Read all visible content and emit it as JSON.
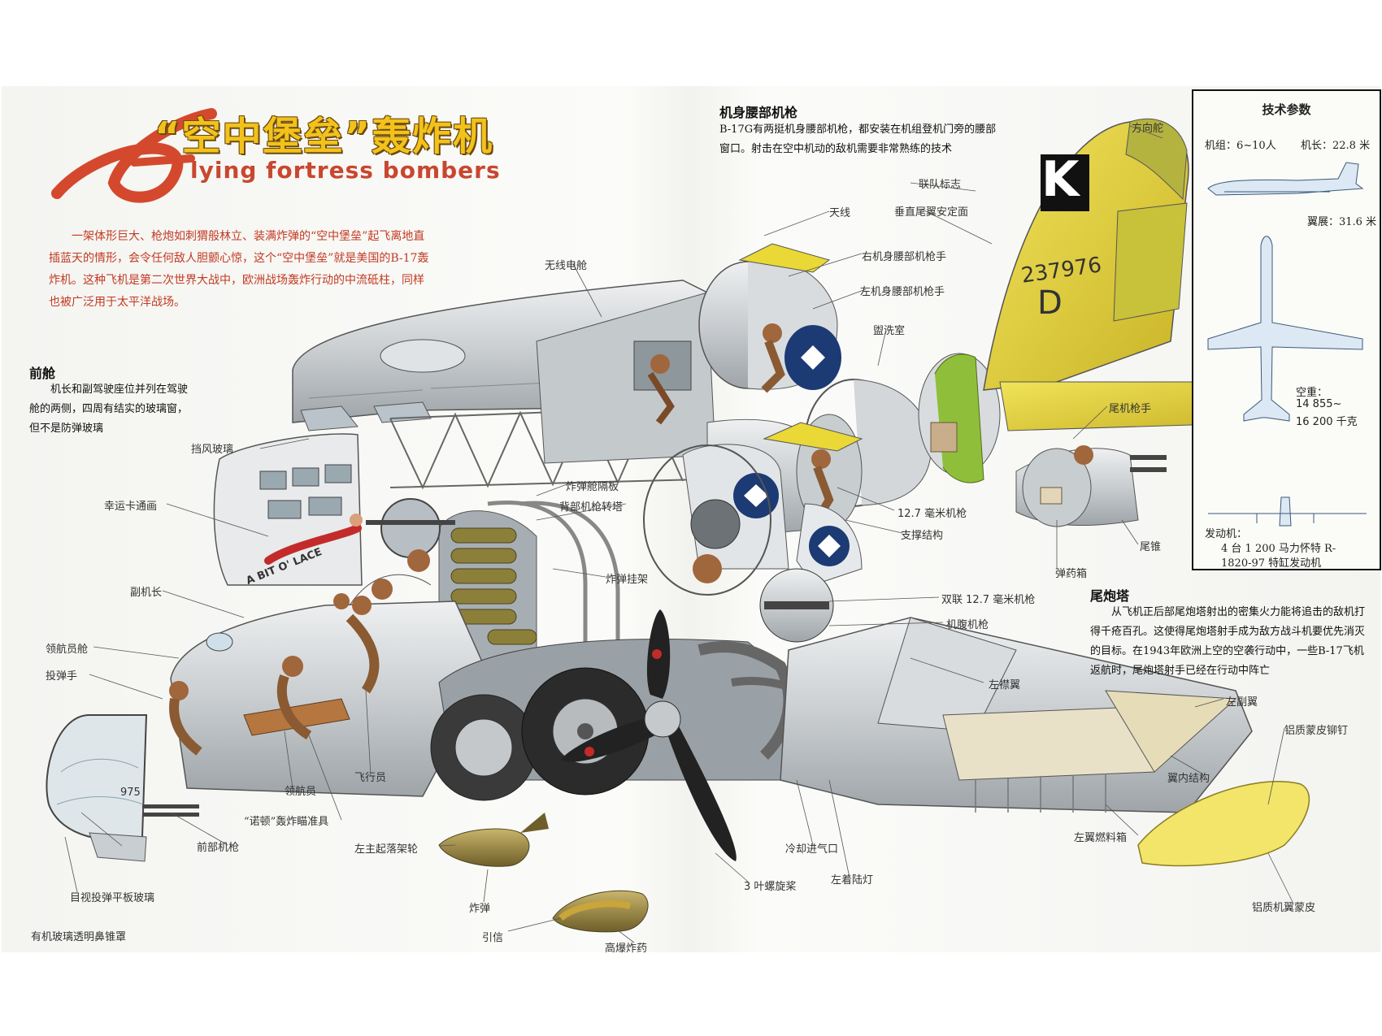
{
  "header": {
    "title_cn": "“空中堡垒”轰炸机",
    "title_en": "lying fortress bombers",
    "intro": "一架体形巨大、枪炮如刺猬般林立、装满炸弹的“空中堡垒”起飞离地直插蓝天的情形，会令任何敌人胆颤心惊，这个“空中堡垒”就是美国的B-17轰炸机。这种飞机是第二次世界大战中，欧洲战场轰炸行动的中流砥柱，同样也被广泛用于太平洋战场。"
  },
  "sections": {
    "front_cabin": {
      "title": "前舱",
      "body": "机长和副驾驶座位并列在驾驶舱的两侧，四周有结实的玻璃窗，但不是防弹玻璃"
    },
    "waist_gun": {
      "title": "机身腰部机枪",
      "body": "B-17G有两挺机身腰部机枪，都安装在机组登机门旁的腰部窗口。射击在空中机动的敌机需要非常熟练的技术"
    },
    "tail_turret": {
      "title": "尾炮塔",
      "body": "从飞机正后部尾炮塔射出的密集火力能将追击的敌机打得千疮百孔。这使得尾炮塔射手成为敌方战斗机要优先消灭的目标。在1943年欧洲上空的空袭行动中，一些B-17飞机返航时，尾炮塔射手已经在行动中阵亡"
    }
  },
  "aircraft_markings": {
    "tail_letter": "K",
    "serial": "237976",
    "tail_code": "D",
    "nose_art": "A BIT O' LACE",
    "nose_number": "975"
  },
  "labels": {
    "windshield": "挡风玻璃",
    "lucky_art": "幸运卡通画",
    "copilot": "副机长",
    "navigator_cabin": "领航员舱",
    "bombardier": "投弹手",
    "nose_cone": "有机玻璃透明鼻锥罩",
    "bomb_panel": "目视投弹平板玻璃",
    "front_gun": "前部机枪",
    "norden": "“诺顿”轰炸瞄准具",
    "navigator": "领航员",
    "pilot": "飞行员",
    "radio_cabin": "无线电舱",
    "bulkhead": "炸弹舱隔板",
    "top_turret": "背部机枪转塔",
    "bomb_rack": "炸弹挂架",
    "antenna": "天线",
    "right_waist_gunner": "右机身腰部机枪手",
    "left_waist_gunner": "左机身腰部机枪手",
    "lavatory": "盥洗室",
    "formation_mark": "联队标志",
    "vertical_stabilizer": "垂直尾翼安定面",
    "rudder": "方向舵",
    "tail_gunner": "尾机枪手",
    "mg127": "12.7 毫米机枪",
    "support": "支撑结构",
    "tail_cone": "尾锥",
    "ammo_box": "弹药箱",
    "twin_mg": "双联 12.7 毫米机枪",
    "belly_gun": "机腹机枪",
    "left_flap": "左襟翼",
    "left_aileron": "左副翼",
    "rivets": "铝质蒙皮铆钉",
    "wing_structure": "翼内结构",
    "fuel_tank": "左翼燃料箱",
    "aluminum_skin": "铝质机翼蒙皮",
    "main_gear": "左主起落架轮",
    "bomb": "炸弹",
    "fuze": "引信",
    "explosive": "高爆炸药",
    "propeller": "3 叶螺旋桨",
    "cooling_inlet": "冷却进气口",
    "landing_light": "左着陆灯"
  },
  "specs": {
    "title": "技术参数",
    "crew": "机组：6~10人",
    "length": "机长：22.8 米",
    "span": "翼展：31.6 米",
    "weight_label": "空重：",
    "weight_1": "14 855~",
    "weight_2": "16 200 千克",
    "engine_label": "发动机：",
    "engine_1": "4 台 1 200 马力怀特 R-",
    "engine_2": "1820-97 特缸发动机"
  },
  "colors": {
    "title_yellow": "#f2c21b",
    "intro_red": "#c23a22",
    "tail_yellow": "#e9d836",
    "metal": "#cfd3d6",
    "crew_brown": "#a0663c"
  }
}
